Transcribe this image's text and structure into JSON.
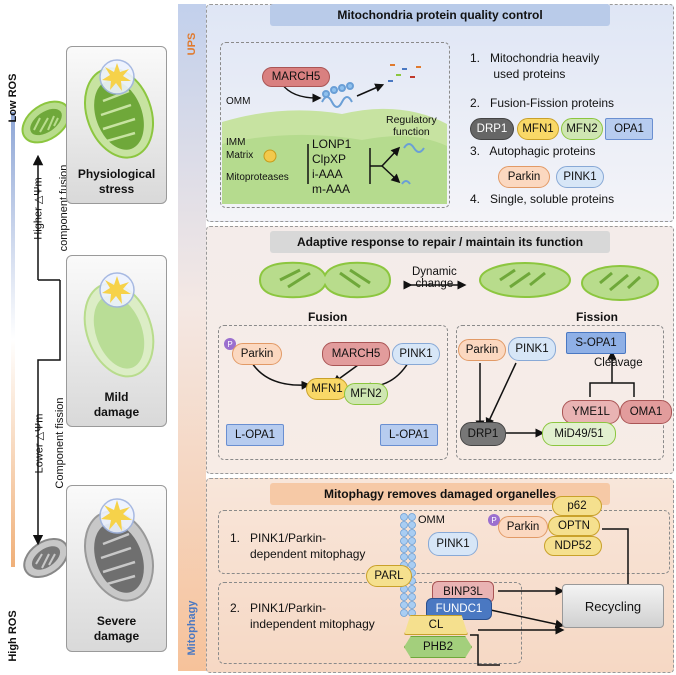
{
  "left": {
    "low_ros": "Low ROS",
    "high_ros": "High ROS",
    "higher_dpsi": "Higher △Ψm",
    "component_fusion": "component fusion",
    "lower_dpsi": "Lower △Ψm",
    "component_fission": "Component fission",
    "states": [
      {
        "line1": "Physiological",
        "line2": "stress"
      },
      {
        "line1": "Mild",
        "line2": "damage"
      },
      {
        "line1": "Severe",
        "line2": "damage"
      }
    ]
  },
  "side": {
    "ups": "UPS",
    "mitophagy": "Mitophagy"
  },
  "section1": {
    "title": "Mitochondria protein quality control",
    "march5": "MARCH5",
    "omm": "OMM",
    "imm": "IMM",
    "matrix": "Matrix",
    "mitoproteases": "Mitoproteases",
    "proteases": [
      "LONP1",
      "ClpXP",
      "i-AAA",
      "m-AAA"
    ],
    "regulatory": "Regulatory\nfunction",
    "list": [
      "1.   Mitochondria heavily\n       used proteins",
      "2.   Fusion-Fission proteins",
      "3.   Autophagic proteins",
      "4.   Single, soluble proteins"
    ],
    "fusion_fission_proteins": [
      "DRP1",
      "MFN1",
      "MFN2",
      "OPA1"
    ],
    "autophagic_proteins": [
      "Parkin",
      "PINK1"
    ]
  },
  "section2": {
    "title": "Adaptive response to repair / maintain its function",
    "dynamic_change": "Dynamic\nchange",
    "fusion": {
      "title": "Fusion",
      "p": "P",
      "parkin": "Parkin",
      "march5": "MARCH5",
      "pink1": "PINK1",
      "mfn1": "MFN1",
      "mfn2": "MFN2",
      "lopa1_left": "L-OPA1",
      "lopa1_right": "L-OPA1"
    },
    "fission": {
      "title": "Fission",
      "parkin": "Parkin",
      "pink1": "PINK1",
      "sopa1": "S-OPA1",
      "cleavage": "Cleavage",
      "yme1l": "YME1L",
      "oma1": "OMA1",
      "drp1": "DRP1",
      "mid": "MiD49/51"
    }
  },
  "section3": {
    "title": "Mitophagy removes damaged organelles",
    "path1": "1.   PINK1/Parkin-\n      dependent mitophagy",
    "path2": "2.   PINK1/Parkin-\n      independent mitophagy",
    "omm": "OMM",
    "p": "P",
    "pink1": "PINK1",
    "parkin": "Parkin",
    "p62": "p62",
    "optn": "OPTN",
    "ndp52": "NDP52",
    "parl": "PARL",
    "binp3l": "BINP3L",
    "fundc1": "FUNDC1",
    "cl": "CL",
    "phb2": "PHB2",
    "recycling": "Recycling"
  },
  "colors": {
    "mito_green": "#8cc63f",
    "mito_light": "#c7e3a1",
    "mito_gray": "#8c8c8c",
    "ups_orange": "#e07a2e",
    "mitophagy_blue": "#4a78c2",
    "header_blue": "#b9cbe9",
    "header_orange": "#f6c9a6"
  }
}
